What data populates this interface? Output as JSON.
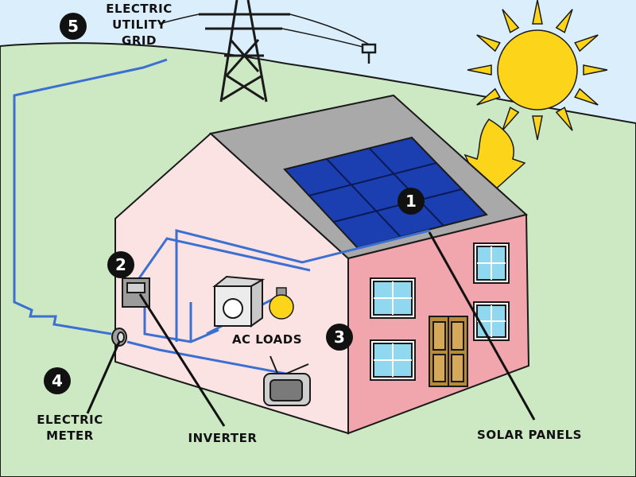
{
  "labels": {
    "grid_line1": "ELECTRIC",
    "grid_line2": "UTILITY",
    "grid_line3": "GRID",
    "meter_line1": "ELECTRIC",
    "meter_line2": "METER",
    "inverter": "INVERTER",
    "ac_loads": "AC LOADS",
    "solar_panels": "SOLAR PANELS"
  },
  "markers": {
    "m1": "1",
    "m2": "2",
    "m3": "3",
    "m4": "4",
    "m5": "5"
  },
  "colors": {
    "sky": "#dbeefc",
    "ground": "#cde9c4",
    "wall_front": "#f1a5ad",
    "wall_side": "#fbe3e4",
    "roof": "#a9a9a9",
    "panel": "#1b3fb0",
    "sun": "#fcd41a",
    "wire": "#3b6fd1",
    "door": "#b88a36"
  }
}
